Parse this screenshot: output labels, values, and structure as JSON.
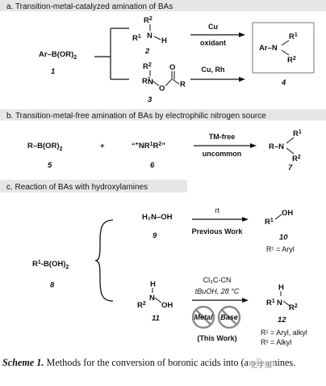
{
  "section_a": {
    "header": "a. Transition-metal-catalyzed amination of BAs",
    "reactant": {
      "text": "Ar–B(OR)",
      "sub": "2",
      "number": "1"
    },
    "cond_top": {
      "above": "Cu",
      "below": "oxidant"
    },
    "cond_bottom": {
      "above": "Cu, Rh"
    },
    "cmpd2": {
      "number": "2"
    },
    "cmpd3": {
      "number": "3"
    },
    "product": {
      "number": "4"
    }
  },
  "section_b": {
    "header": "b. Transition-metal-free amination of BAs by electrophilic nitrogen source",
    "reactant": {
      "text": "R–B(OR)",
      "sub": "2",
      "number": "5"
    },
    "plus": "+",
    "reagent": {
      "number": "6"
    },
    "cond": {
      "above": "TM-free",
      "below": "uncommon"
    },
    "product": {
      "number": "7"
    }
  },
  "section_c": {
    "header": "c. Reaction of BAs with hydroxylamines",
    "reactant": {
      "number": "8"
    },
    "top": {
      "amine": "H₂N–OH",
      "amine_number": "9",
      "cond_above": "rt",
      "cond_below": "Previous Work",
      "product_number": "10",
      "product_note": "R¹ = Aryl"
    },
    "bottom": {
      "amine_number": "11",
      "cond_line1": "Cl₃C-CN",
      "cond_line2": "tBuOH, 28 °C",
      "no_metal": "Metal",
      "no_base": "Base",
      "this_work": "(This Work)",
      "product_number": "12",
      "product_note1": "R¹ = Aryl, alkyl",
      "product_note2": "R² = Alkyl"
    }
  },
  "caption": {
    "label": "Scheme 1.",
    "text": "Methods for the conversion of boronic acids into (aryl) amines."
  },
  "watermark": "化学加",
  "colors": {
    "text": "#111111",
    "section_header_bg": "#e6e6e6",
    "prohibition": "#8a8a8a"
  }
}
